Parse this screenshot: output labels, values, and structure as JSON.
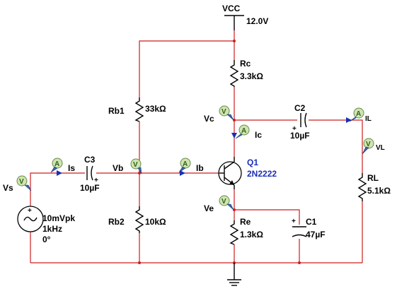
{
  "supply": {
    "name": "VCC",
    "value": "12.0V"
  },
  "resistors": {
    "rc": {
      "name": "Rc",
      "value": "3.3kΩ"
    },
    "rb1": {
      "name": "Rb1",
      "value": "33kΩ"
    },
    "rb2": {
      "name": "Rb2",
      "value": "10kΩ"
    },
    "re": {
      "name": "Re",
      "value": "1.3kΩ"
    },
    "rl": {
      "name": "RL",
      "value": "5.1kΩ"
    }
  },
  "capacitors": {
    "c2": {
      "name": "C2",
      "value": "10µF"
    },
    "c3": {
      "name": "C3",
      "value": "10µF"
    },
    "c1": {
      "name": "C1",
      "value": "47µF"
    }
  },
  "transistor": {
    "name": "Q1",
    "part": "2N2222"
  },
  "source": {
    "amplitude": "10mVpk",
    "frequency": "1kHz",
    "phase": "0°"
  },
  "polarity": {
    "plus": "+"
  },
  "probes": {
    "voltage_glyph": "V",
    "current_glyph": "A",
    "vs": "Vs",
    "vb": "Vb",
    "vc": "Vc",
    "ve": "Ve",
    "vl": "V",
    "vl_sub": "L",
    "is": "Is",
    "ib": "Ib",
    "ic": "Ic",
    "il": "I",
    "il_sub": "L"
  }
}
